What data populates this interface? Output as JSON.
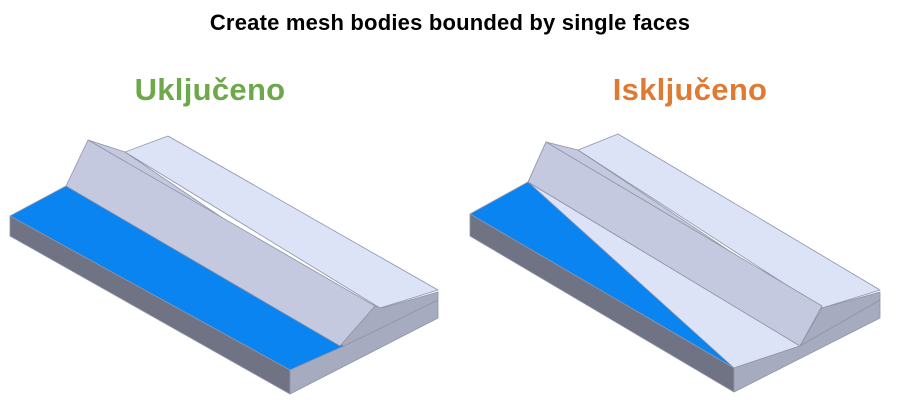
{
  "title": "Create mesh bodies bounded by single faces",
  "left_panel": {
    "label": "Uključeno",
    "label_color": "#6ea84a",
    "split_face": false
  },
  "right_panel": {
    "label": "Isključeno",
    "label_color": "#e07a33",
    "split_face": true
  },
  "colors": {
    "highlight_face": "#0a84f0",
    "top_face": "#dde3f6",
    "slope_face": "#c4c9e0",
    "front_side": "#6f7384",
    "end_face": "#a7abc0",
    "edge": "#8e93a8"
  }
}
